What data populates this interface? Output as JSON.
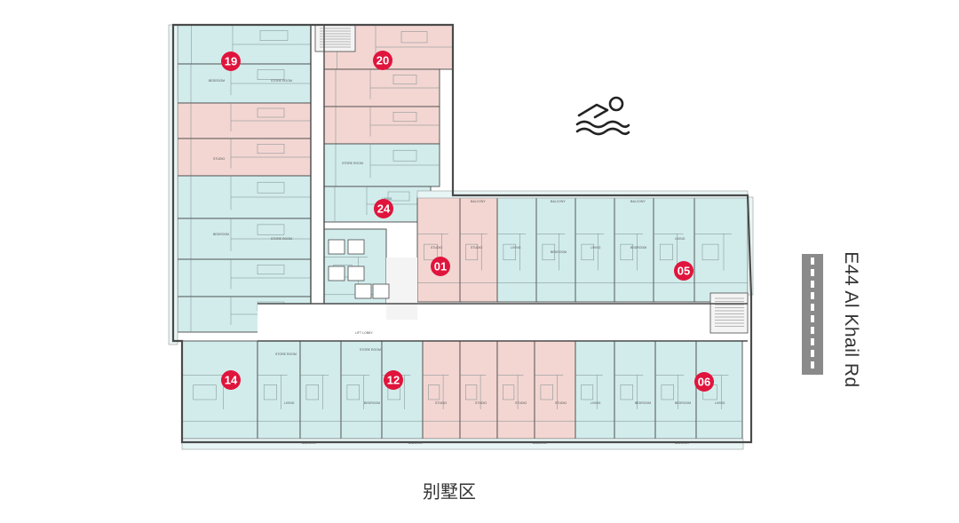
{
  "colors": {
    "blue_unit": "#d2ecec",
    "pink_unit": "#f3d6d2",
    "wall": "#4a4a4a",
    "marker": "#e0143c",
    "corridor": "#ffffff",
    "core": "#f4f4f4",
    "road": "#8a8a8a"
  },
  "markers": [
    {
      "key": "19",
      "label": "19"
    },
    {
      "key": "20",
      "label": "20"
    },
    {
      "key": "24",
      "label": "24"
    },
    {
      "key": "01",
      "label": "01"
    },
    {
      "key": "05",
      "label": "05"
    },
    {
      "key": "14",
      "label": "14"
    },
    {
      "key": "12",
      "label": "12"
    },
    {
      "key": "06",
      "label": "06"
    }
  ],
  "road": {
    "label": "E44   Al Khail Rd",
    "icon": "road-icon"
  },
  "pool": {
    "icon": "swimming-pool-icon"
  },
  "caption": "别墅区",
  "room_labels": {
    "bedroom": "BEDROOM",
    "living": "LIVING",
    "balcony": "BALCONY",
    "store_room": "STORE ROOM",
    "studio": "STUDIO",
    "lift_lobby": "LIFT LOBBY"
  }
}
